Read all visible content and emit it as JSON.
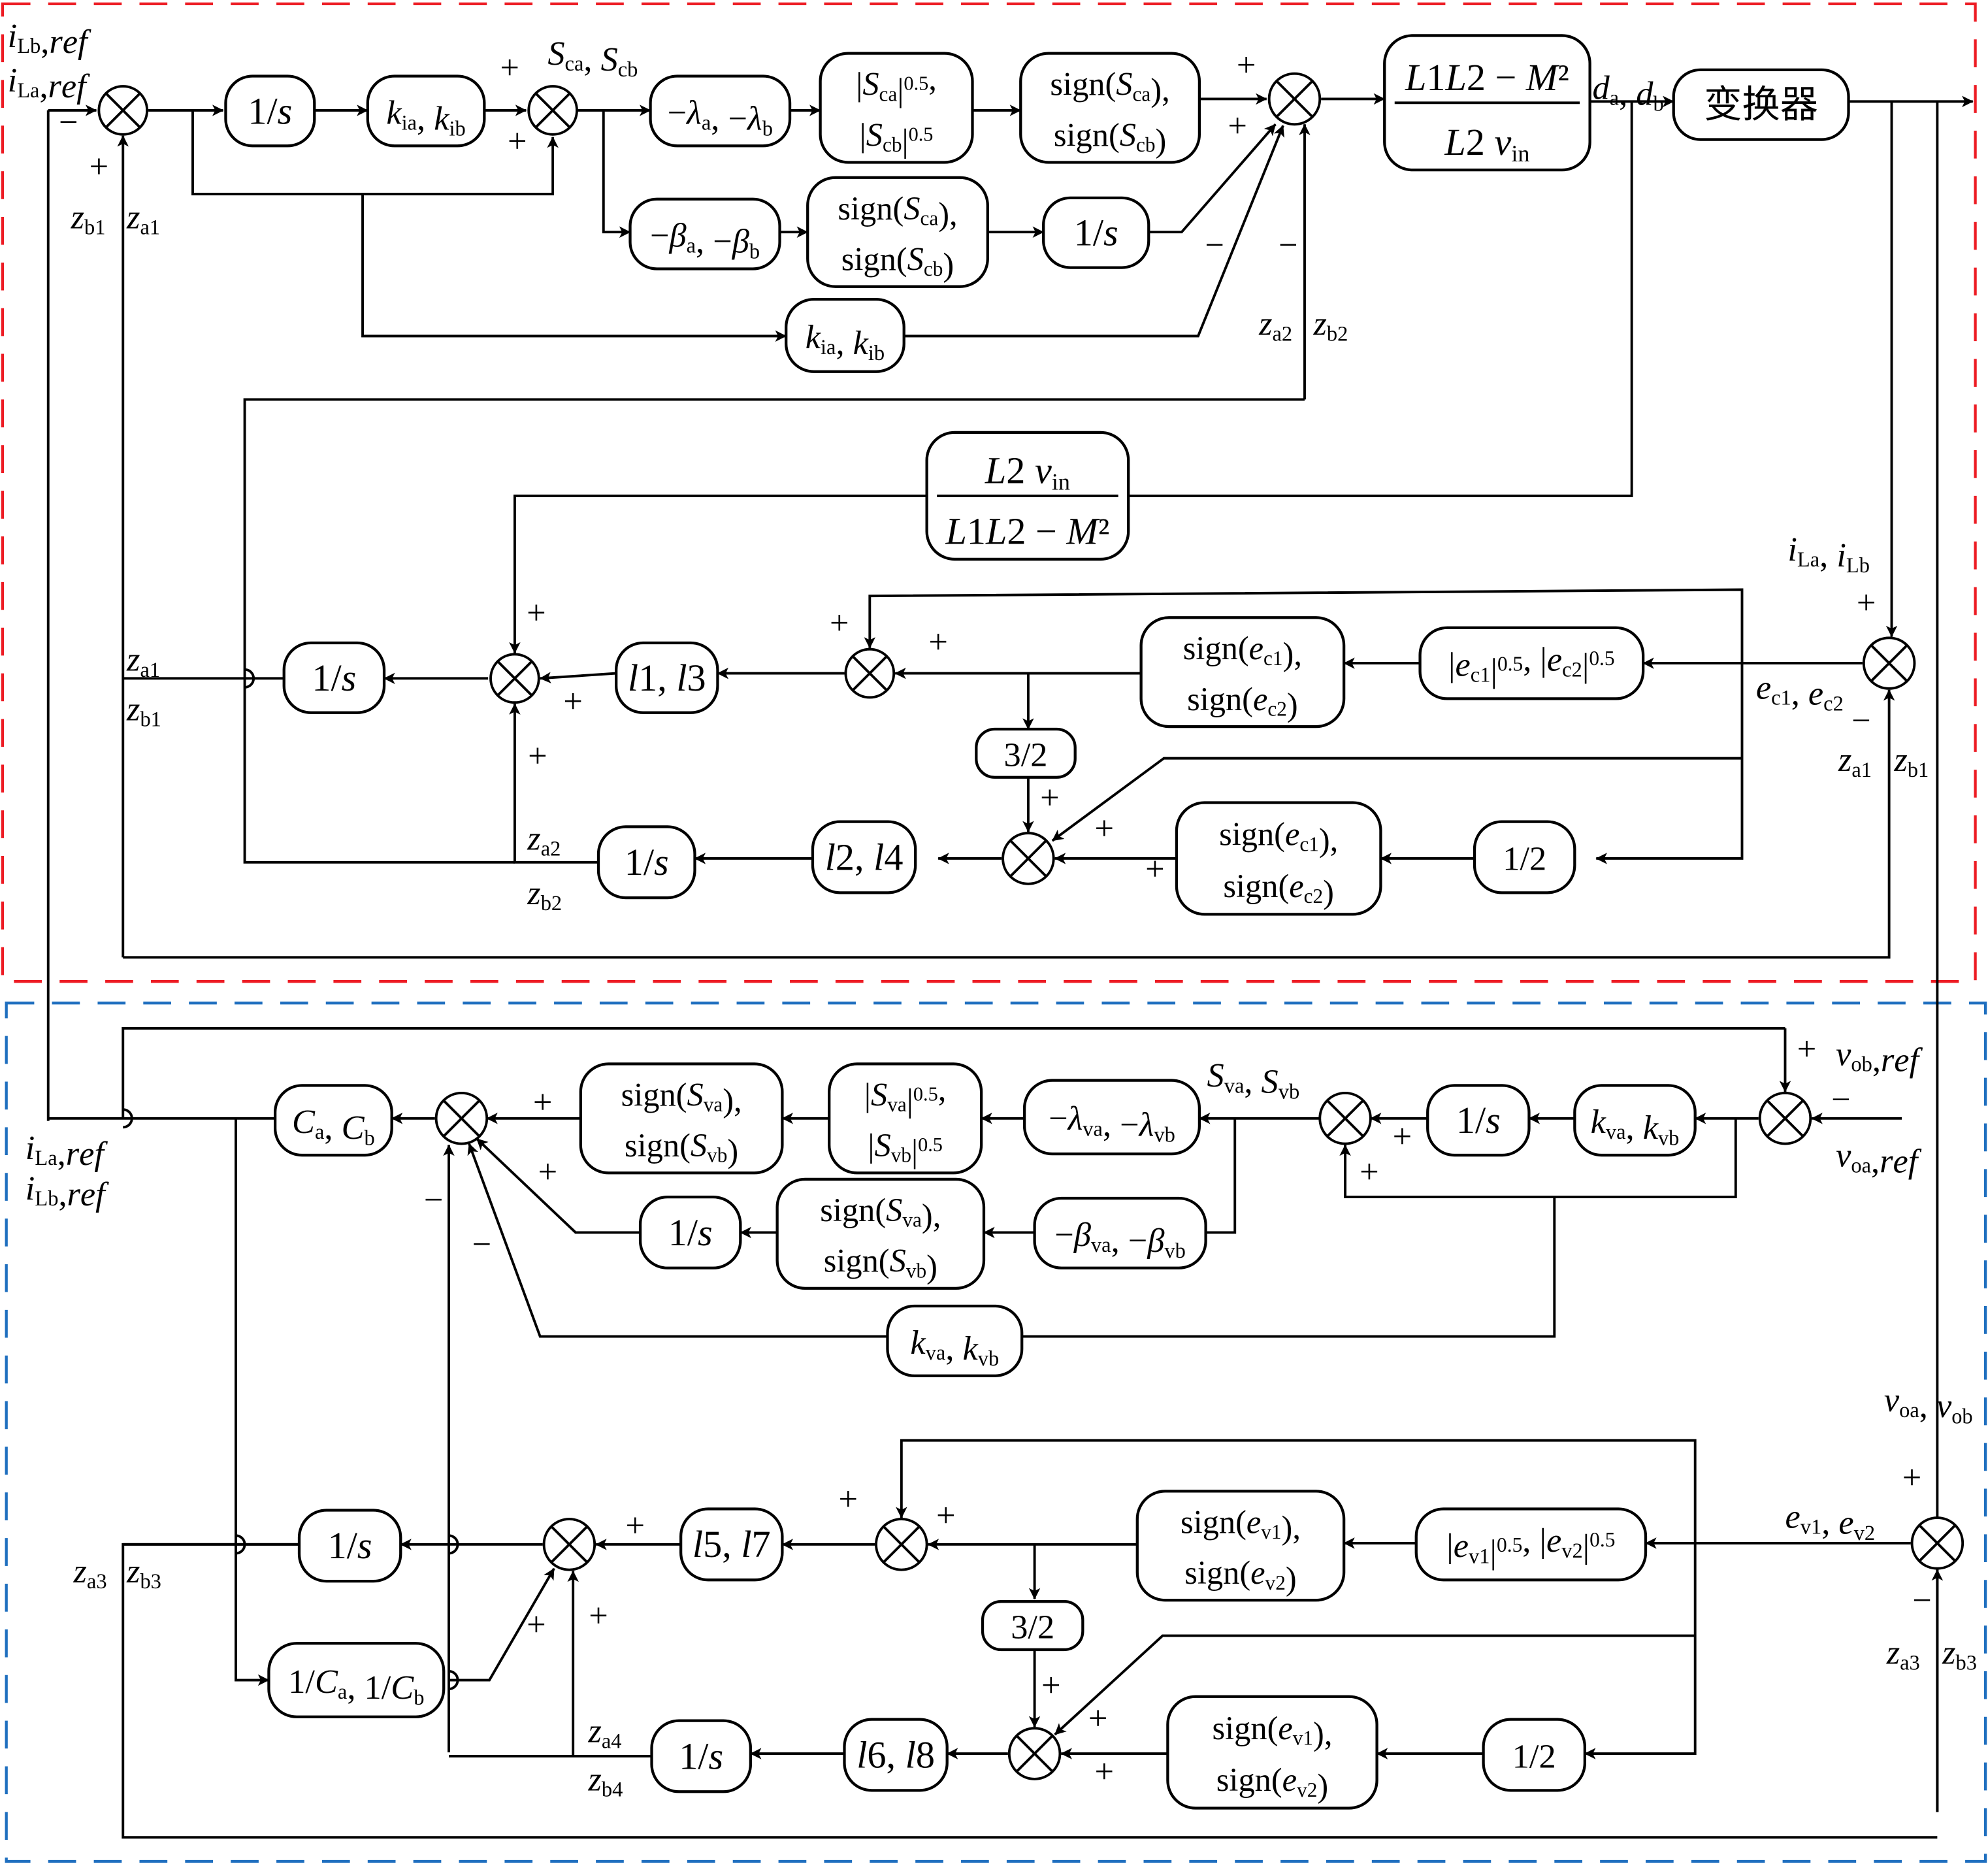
{
  "colors": {
    "outer_loop_frame": "#ed1c24",
    "voltage_loop_frame": "#1f6fbf",
    "wire": "#000000"
  },
  "current_loop": {
    "inputs": {
      "ref_b": "i_Lb,ref",
      "ref_a": "i_La,ref"
    },
    "feedback_labels": {
      "zb1": "z_b1",
      "za1": "z_a1"
    },
    "integrator": "1/s",
    "gain_ki": "k_ia, k_ib",
    "sliding_surface": "S_ca, S_cb",
    "lambda_block": "−λ_a, −λ_b",
    "abs_block": [
      "|S_ca|^0.5,",
      "|S_cb|^0.5"
    ],
    "sign_block_top": [
      "sign(S_ca),",
      "sign(S_cb)"
    ],
    "beta_block": "−β_a, −β_b",
    "sign_block_mid": [
      "sign(S_ca),",
      "sign(S_cb)"
    ],
    "integrator2": "1/s",
    "gain_ki2": "k_ia, k_ib",
    "z2_labels": {
      "za2": "z_a2",
      "zb2": "z_b2"
    },
    "plant_inverse": {
      "num": "L1L2 − M²",
      "den": "L2 v_in"
    },
    "duty_label": "d_a, d_b",
    "converter": "变换器"
  },
  "current_observer": {
    "gain_block": {
      "num": "L2 v_in",
      "den": "L1L2 − M²"
    },
    "measured_label": "i_La, i_Lb",
    "error_label": "e_c1, e_c2",
    "abs_block": "|e_c1|^0.5, |e_c2|^0.5",
    "sign_block_top": [
      "sign(e_c1),",
      "sign(e_c2)"
    ],
    "sign_block_bottom": [
      "sign(e_c1),",
      "sign(e_c2)"
    ],
    "three_halves": "3/2",
    "one_half": "1/2",
    "l13": "l1, l3",
    "l24": "l2, l4",
    "integrator_z1": "1/s",
    "integrator_z2": "1/s",
    "z1_out": {
      "za1": "z_a1",
      "zb1": "z_b1"
    },
    "z2_out": {
      "za2": "z_a2",
      "zb2": "z_b2"
    },
    "z_feedback": {
      "za1": "z_a1",
      "zb1": "z_b1"
    }
  },
  "voltage_loop": {
    "refs": {
      "ob": "v_ob,ref",
      "oa": "v_oa,ref"
    },
    "gain_kv": "k_va, k_vb",
    "integrator": "1/s",
    "sliding_surface": "S_va, S_vb",
    "lambda_block": "−λ_va, −λ_vb",
    "abs_block": [
      "|S_va|^0.5,",
      "|S_vb|^0.5"
    ],
    "sign_block_top": [
      "sign(S_va),",
      "sign(S_vb)"
    ],
    "beta_block": "−β_va, −β_vb",
    "sign_block_mid": [
      "sign(S_va),",
      "sign(S_vb)"
    ],
    "integrator2": "1/s",
    "gain_kv2": "k_va, k_vb",
    "cap_block": "C_a, C_b",
    "outputs": {
      "a": "i_La,ref",
      "b": "i_Lb,ref"
    }
  },
  "voltage_observer": {
    "measured_label": "v_oa, v_ob",
    "error_label": "e_v1, e_v2",
    "abs_block": "|e_v1|^0.5, |e_v2|^0.5",
    "sign_block_top": [
      "sign(e_v1),",
      "sign(e_v2)"
    ],
    "sign_block_bottom": [
      "sign(e_v1),",
      "sign(e_v2)"
    ],
    "three_halves": "3/2",
    "one_half": "1/2",
    "l57": "l5, l7",
    "l68": "l6, l8",
    "integrator_z3": "1/s",
    "integrator_z4": "1/s",
    "inv_cap": "1/C_a, 1/C_b",
    "z3_labels": {
      "za3": "z_a3",
      "zb3": "z_b3"
    },
    "z4_labels": {
      "za4": "z_a4",
      "zb4": "z_b4"
    },
    "z_feedback": {
      "za3": "z_a3",
      "zb3": "z_b3"
    }
  },
  "signs": {
    "plus": "+",
    "minus": "−"
  }
}
